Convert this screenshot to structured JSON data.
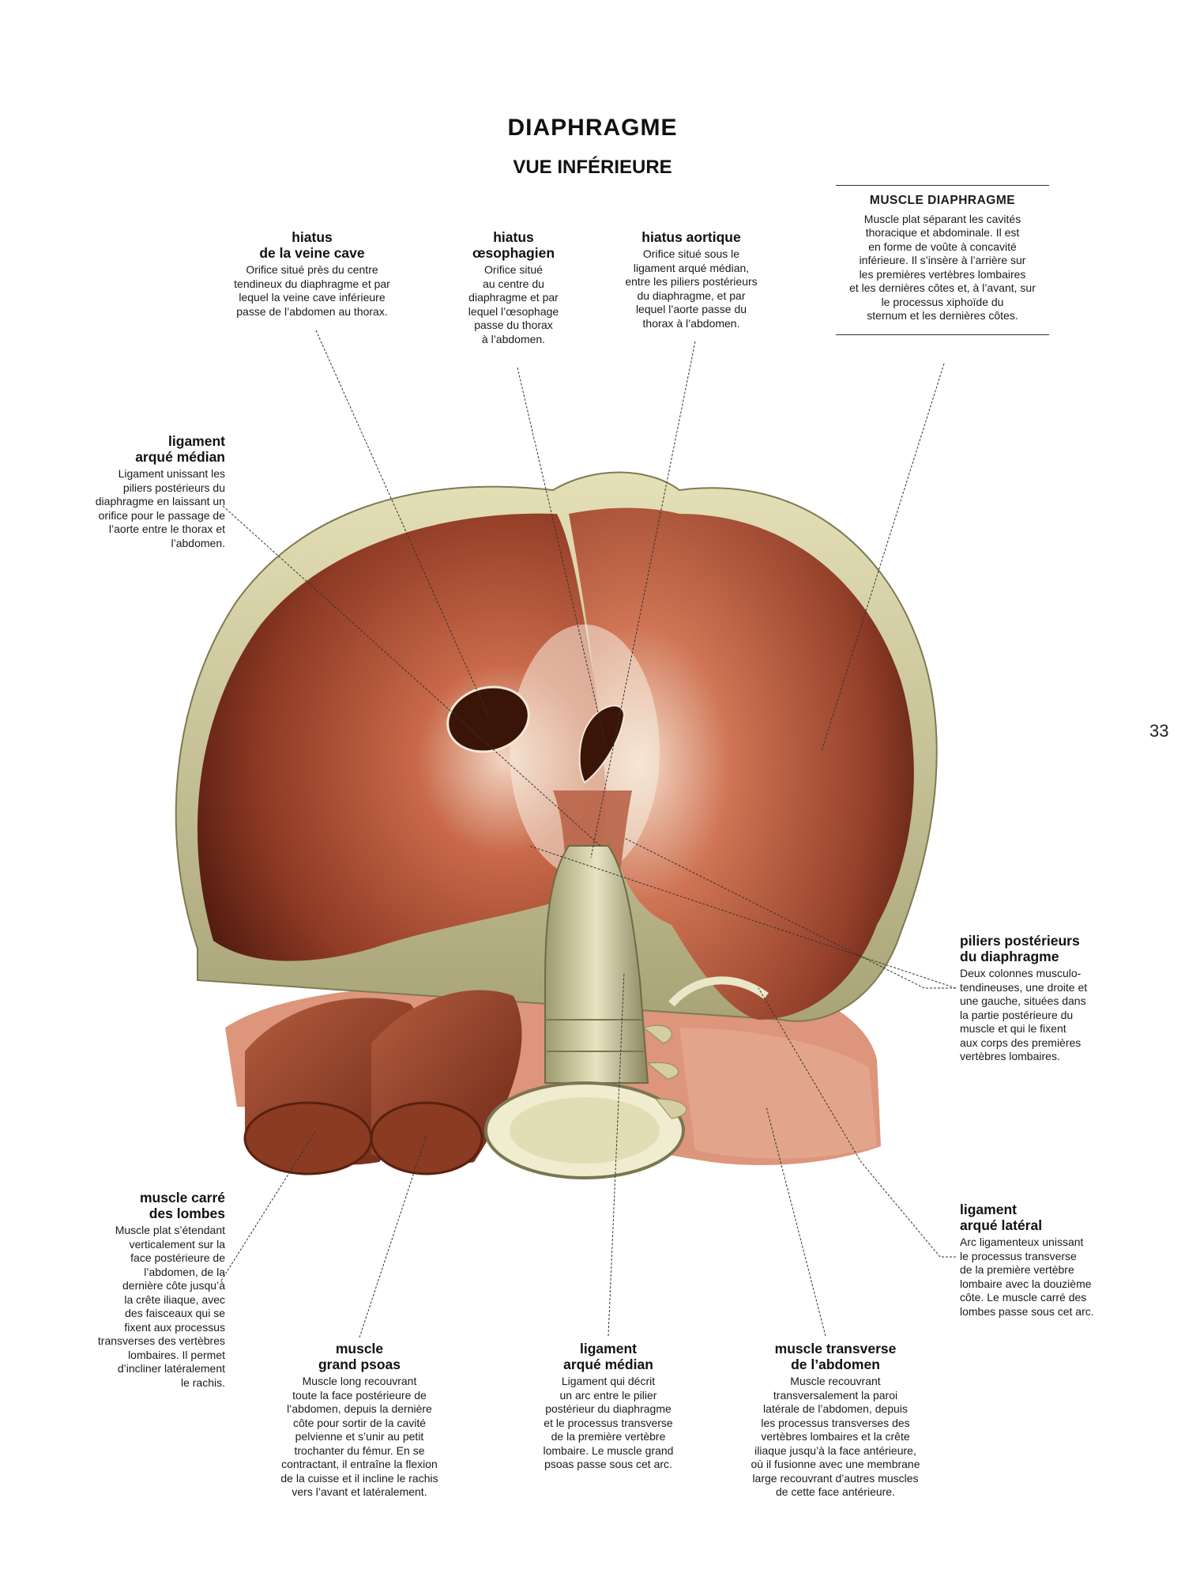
{
  "page": {
    "title": "DIAPHRAGME",
    "subtitle": "VUE INFÉRIEURE",
    "page_number": "33"
  },
  "labels": {
    "hiatus_veine_cave": {
      "heading": [
        "hiatus",
        "de la veine cave"
      ],
      "body": [
        "Orifice situé près du centre",
        "tendineux du diaphragme et par",
        "lequel la veine cave inférieure",
        "passe de l’abdomen au thorax."
      ]
    },
    "hiatus_oesophagien": {
      "heading": [
        "hiatus",
        "œsophagien"
      ],
      "body": [
        "Orifice situé",
        "au centre du",
        "diaphragme et par",
        "lequel l’œsophage",
        "passe du thorax",
        "à l’abdomen."
      ]
    },
    "hiatus_aortique": {
      "heading": [
        "hiatus aortique"
      ],
      "body": [
        "Orifice situé sous le",
        "ligament arqué médian,",
        "entre les piliers postérieurs",
        "du diaphragme, et par",
        "lequel l’aorte passe du",
        "thorax à l’abdomen."
      ]
    },
    "muscle_diaphragme": {
      "heading": [
        "MUSCLE DIAPHRAGME"
      ],
      "body": [
        "Muscle plat séparant les cavités",
        "thoracique et abdominale. Il est",
        "en forme de voûte à concavité",
        "inférieure. Il s’insère à l’arrière sur",
        "les premières vertèbres lombaires",
        "et les dernières côtes et, à l’avant, sur",
        "le processus xiphoïde du",
        "sternum et les dernières côtes."
      ]
    },
    "ligament_arque_median_top": {
      "heading": [
        "ligament",
        "arqué médian"
      ],
      "body": [
        "Ligament unissant les",
        "piliers postérieurs du",
        "diaphragme en laissant un",
        "orifice pour le passage de",
        "l’aorte entre le thorax et",
        "l’abdomen."
      ]
    },
    "piliers_posterieurs": {
      "heading": [
        "piliers postérieurs",
        "du diaphragme"
      ],
      "body": [
        "Deux colonnes musculo-",
        "tendineuses, une droite et",
        "une gauche, situées dans",
        "la partie postérieure du",
        "muscle et qui le fixent",
        "aux corps des premières",
        "vertèbres lombaires."
      ]
    },
    "ligament_arque_lateral": {
      "heading": [
        "ligament",
        "arqué latéral"
      ],
      "body": [
        "Arc ligamenteux unissant",
        "le processus transverse",
        "de la première vertèbre",
        "lombaire avec la douzième",
        "côte. Le muscle carré des",
        "lombes passe sous cet arc."
      ]
    },
    "muscle_carre_lombes": {
      "heading": [
        "muscle carré",
        "des lombes"
      ],
      "body": [
        "Muscle plat s’étendant",
        "verticalement sur la",
        "face postérieure de",
        "l’abdomen, de la",
        "dernière côte jusqu’à",
        "la crête iliaque, avec",
        "des faisceaux qui se",
        "fixent aux processus",
        "transverses des vertèbres",
        "lombaires. Il permet",
        "d’incliner latéralement",
        "le rachis."
      ]
    },
    "muscle_grand_psoas": {
      "heading": [
        "muscle",
        "grand psoas"
      ],
      "body": [
        "Muscle long recouvrant",
        "toute la face postérieure de",
        "l’abdomen, depuis la dernière",
        "côte pour sortir de la cavité",
        "pelvienne et s’unir au petit",
        "trochanter du fémur. En se",
        "contractant, il entraîne la flexion",
        "de la cuisse et il incline le rachis",
        "vers l’avant et latéralement."
      ]
    },
    "ligament_arque_median_bottom": {
      "heading": [
        "ligament",
        "arqué médian"
      ],
      "body": [
        "Ligament qui décrit",
        "un arc entre le pilier",
        "postérieur du diaphragme",
        "et le processus transverse",
        "de la première vertèbre",
        "lombaire. Le muscle grand",
        "psoas passe sous cet arc."
      ]
    },
    "muscle_transverse": {
      "heading": [
        "muscle transverse",
        "de l’abdomen"
      ],
      "body": [
        "Muscle recouvrant",
        "transversalement la paroi",
        "latérale de l’abdomen, depuis",
        "les processus transverses des",
        "vertèbres lombaires et la crête",
        "iliaque jusqu’à la face antérieure,",
        "où il fusionne avec une membrane",
        "large recouvrant d’autres muscles",
        "de cette face antérieure."
      ]
    }
  },
  "colors": {
    "muscle": "#a84a30",
    "muscle_dark": "#5e2114",
    "tendon": "#d9d3a8",
    "tendon_dark": "#8f8a60",
    "leader_line": "#333333"
  }
}
